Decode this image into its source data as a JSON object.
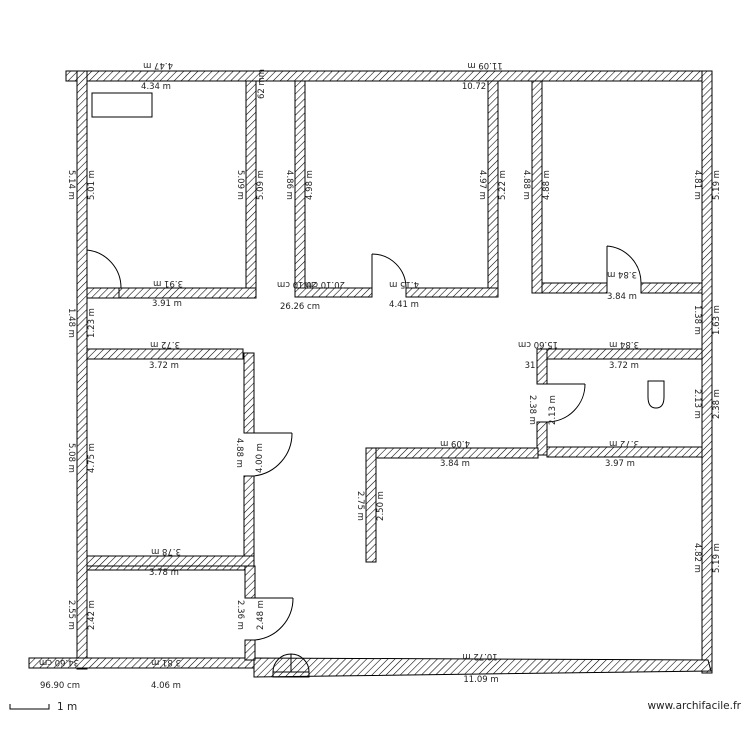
{
  "labels": {
    "t_447": "4.47 m",
    "t_434": "4.34 m",
    "t_1109_top": "11.09 m",
    "t_1072_top": "10.72",
    "t_62": "62 mm",
    "t_514": "5.14 m",
    "t_501": "5.01 m",
    "t_509a": "5.09 m",
    "t_509b": "5.09 m",
    "t_486": "4.86 m",
    "t_498": "4.98 m",
    "t_497": "4.97 m",
    "t_522": "5.22 m",
    "t_488a": "4.88 m",
    "t_488b": "4.88 m",
    "t_481": "4.81 m",
    "t_519a": "5.19 m",
    "t_391a": "3.91 m",
    "t_391b": "3.91 m",
    "t_2010": "20.10 cm",
    "t_2010b": "20.10 cm",
    "t_2626": "26.26 cm",
    "t_415": "4.15 m",
    "t_441": "4.41 m",
    "t_384a": "3.84 m",
    "t_384b": "3.84 m",
    "t_138": "1.38 m",
    "t_163": "1.63 m",
    "t_148": "1.48 m",
    "t_123": "1.23 m",
    "t_372a": "3.72 m",
    "t_372b": "3.72 m",
    "t_1560": "15.60 cm",
    "t_31": "31",
    "t_384c": "3.84 m",
    "t_372c": "3.72 m",
    "t_213a": "2.13 m",
    "t_213b": "2.13 m",
    "t_238a": "2.38 m",
    "t_238b": "2.38 m",
    "t_372d": "3.72 m",
    "t_397": "3.97 m",
    "t_409": "4.09 m",
    "t_384d": "3.84 m",
    "t_508": "5.08 m",
    "t_475": "4.75 m",
    "t_488c": "4.88 m",
    "t_400": "4.00 m",
    "t_275": "2.75 m",
    "t_250": "2.50 m",
    "t_482": "4.82 m",
    "t_519b": "5.19 m",
    "t_378a": "3.78 m",
    "t_378b": "3.78 m",
    "t_255": "2.55 m",
    "t_242": "2.42 m",
    "t_236": "2.36 m",
    "t_248": "2.48 m",
    "t_381": "3.81 m",
    "t_406": "4.06 m",
    "t_1072_bot": "10.72 m",
    "t_1109_bot": "11.09 m",
    "t_3460": "34.60 cm",
    "t_9690": "96.90 cm"
  },
  "scale_label": "1 m",
  "credit": "www.archifacile.fr"
}
